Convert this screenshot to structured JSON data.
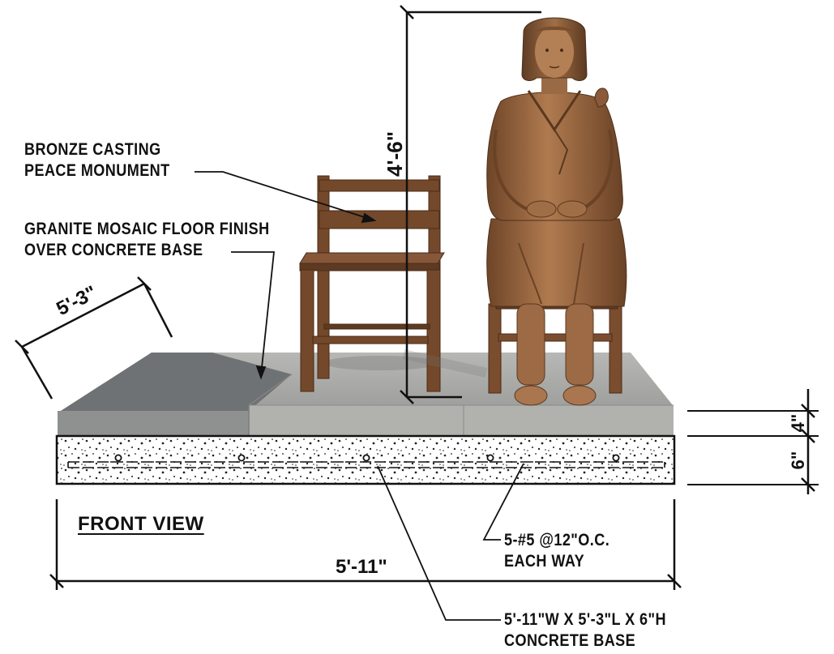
{
  "labels": {
    "monument": [
      "BRONZE CASTING",
      "PEACE MONUMENT"
    ],
    "floor": [
      "GRANITE MOSAIC FLOOR FINISH",
      "OVER CONCRETE BASE"
    ],
    "rebar": [
      "5-#5 @12\"O.C.",
      "EACH WAY"
    ],
    "base": [
      "5'-11\"W X 5'-3\"L X 6\"H",
      "CONCRETE BASE"
    ],
    "view_title": "FRONT VIEW"
  },
  "dimensions": {
    "statue_height": "4'-6\"",
    "base_depth": "5'-3\"",
    "base_width": "5'-11\"",
    "floor_thickness": "4\"",
    "base_thickness": "6\""
  },
  "colors": {
    "line": "#111111",
    "granite_light": "#a8a9a6",
    "granite_dark": "#6f7275",
    "bronze": "#8a5a3a",
    "chair_wood": "#74482a"
  }
}
